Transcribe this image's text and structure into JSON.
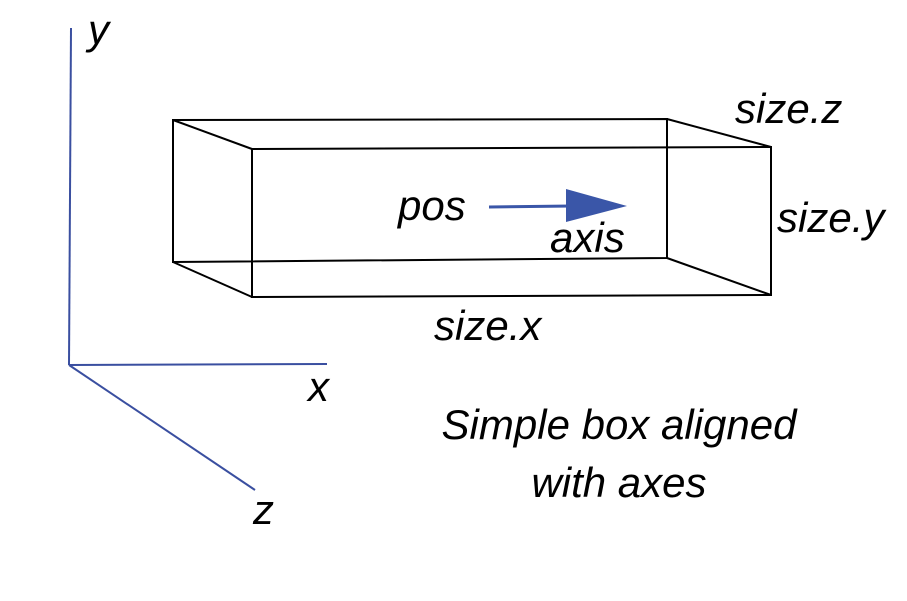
{
  "axes": {
    "x_label": "x",
    "y_label": "y",
    "z_label": "z",
    "color": "#3a4fa0"
  },
  "box": {
    "size_x_label": "size.x",
    "size_y_label": "size.y",
    "size_z_label": "size.z",
    "edge_color": "#000000"
  },
  "vector": {
    "pos_label": "pos",
    "axis_label": "axis",
    "arrow_color": "#3a56a8"
  },
  "caption": {
    "line1": "Simple box aligned",
    "line2": "with axes"
  }
}
